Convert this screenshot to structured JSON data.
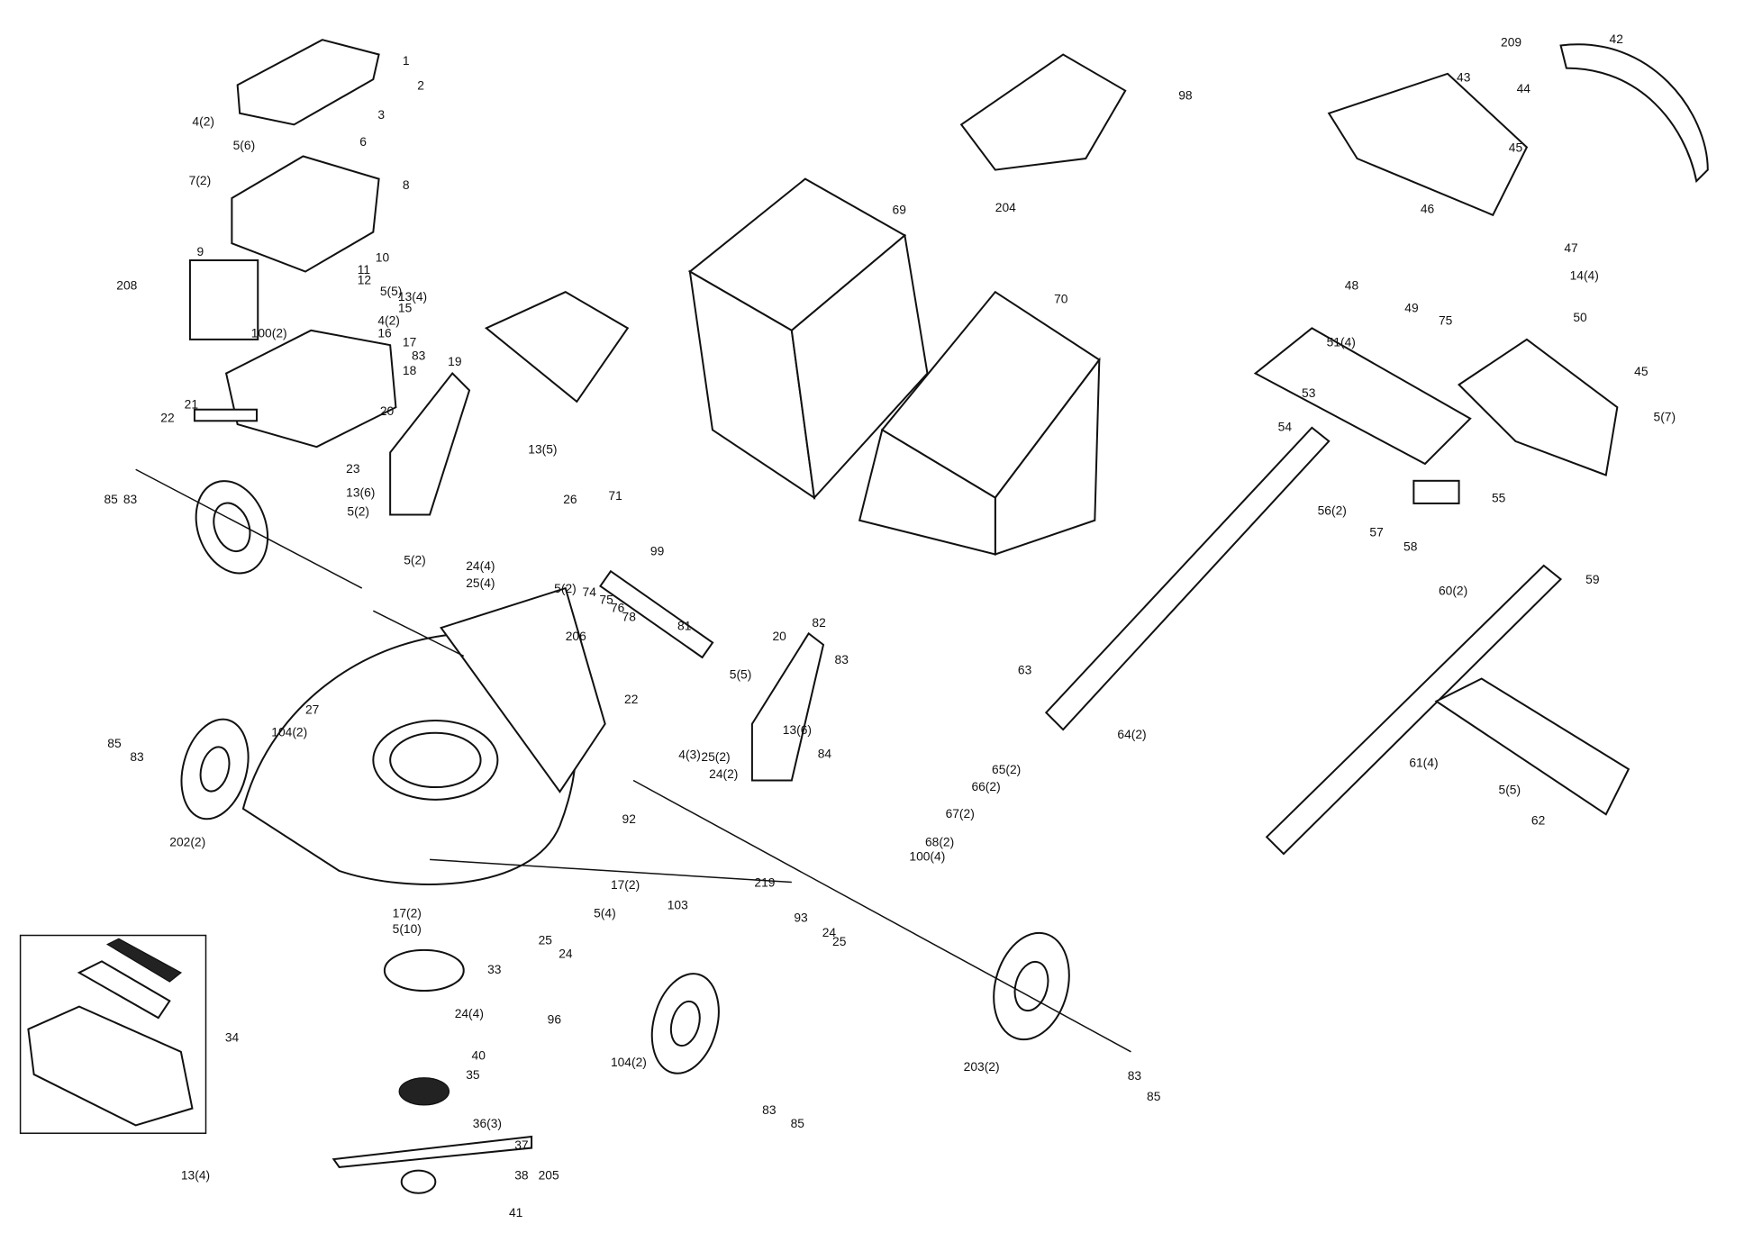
{
  "diagram": {
    "title_visible": false,
    "subject": "exploded-parts-view",
    "callouts": [
      "1",
      "2",
      "3",
      "4(2)",
      "5(6)",
      "6",
      "7(2)",
      "8",
      "9",
      "10",
      "11",
      "12",
      "5(5)",
      "13(4)",
      "15",
      "4(2)",
      "16",
      "17",
      "100(2)",
      "208",
      "18",
      "83",
      "19",
      "20",
      "21",
      "22",
      "85",
      "83",
      "23",
      "13(6)",
      "5(2)",
      "13(5)",
      "71",
      "26",
      "5(2)",
      "24(4)",
      "25(4)",
      "5(2)",
      "74",
      "75",
      "76",
      "78",
      "206",
      "99",
      "81",
      "82",
      "20",
      "83",
      "5(5)",
      "22",
      "4(3)",
      "25(2)",
      "24(2)",
      "13(6)",
      "84",
      "92",
      "27",
      "104(2)",
      "85",
      "83",
      "202(2)",
      "103",
      "219",
      "93",
      "24",
      "25",
      "17(2)",
      "5(4)",
      "17(2)",
      "5(10)",
      "25",
      "24",
      "33",
      "96",
      "24(4)",
      "40",
      "35",
      "36(3)",
      "37",
      "38",
      "205",
      "41",
      "34",
      "13(4)",
      "104(2)",
      "83",
      "85",
      "203(2)",
      "83",
      "85",
      "63",
      "64(2)",
      "65(2)",
      "66(2)",
      "67(2)",
      "68(2)",
      "100(4)",
      "61(4)",
      "5(5)",
      "62",
      "59",
      "60(2)",
      "58",
      "57",
      "55",
      "56(2)",
      "54",
      "53",
      "51(4)",
      "75",
      "49",
      "48",
      "50",
      "45",
      "5(7)",
      "14(4)",
      "47",
      "46",
      "45",
      "44",
      "43",
      "42",
      "209",
      "98",
      "69",
      "204",
      "70"
    ]
  },
  "colors": {
    "ink": "#111111",
    "background": "#ffffff"
  }
}
